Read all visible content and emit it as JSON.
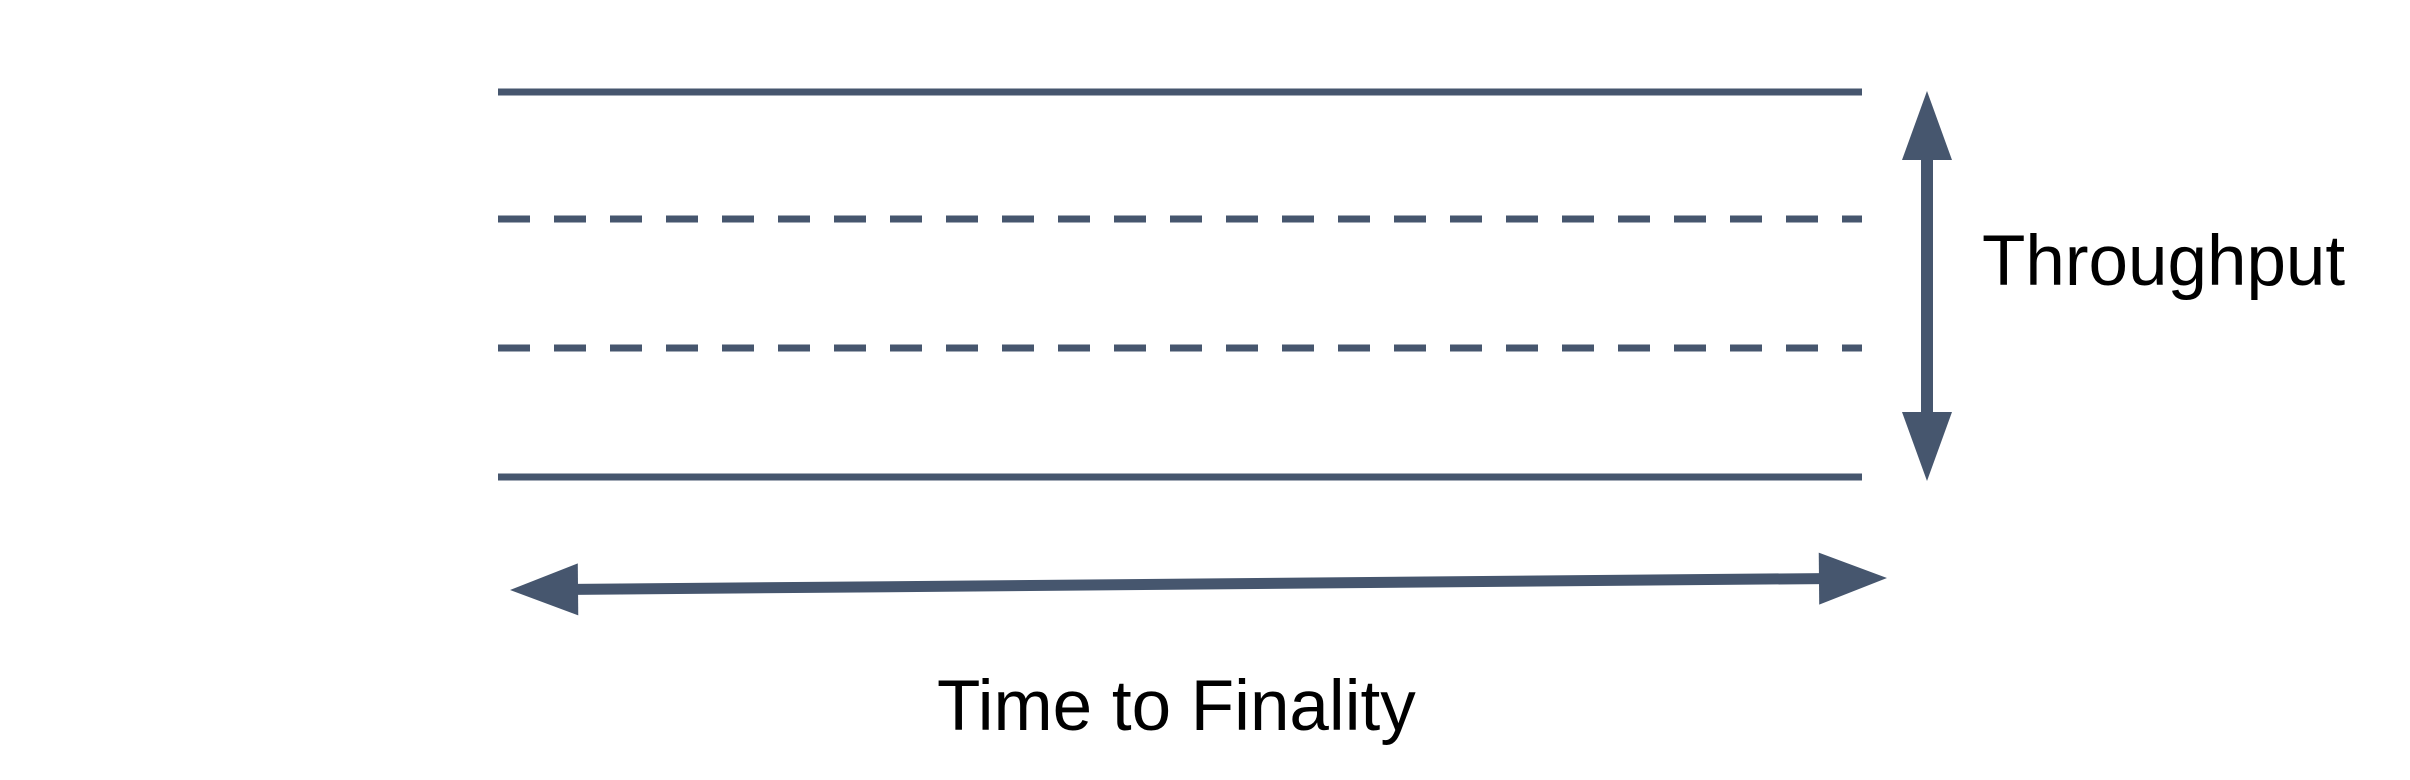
{
  "diagram": {
    "type": "concept-diagram",
    "subject": "blockchain lane diagram relating throughput band to time-to-finality span",
    "labels": {
      "throughput": "Throughput",
      "time_to_finality": "Time to Finality"
    },
    "elements": [
      {
        "name": "top-boundary-line",
        "style": "solid"
      },
      {
        "name": "dashed-lane-line-1",
        "style": "dashed"
      },
      {
        "name": "dashed-lane-line-2",
        "style": "dashed"
      },
      {
        "name": "bottom-boundary-line",
        "style": "solid"
      },
      {
        "name": "throughput-arrow",
        "style": "double-headed-vertical-arrow"
      },
      {
        "name": "time-to-finality-arrow",
        "style": "double-headed-horizontal-arrow"
      }
    ]
  },
  "colors": {
    "accent": "#46566E",
    "label_text": "#000000",
    "background": "#FFFFFF"
  }
}
